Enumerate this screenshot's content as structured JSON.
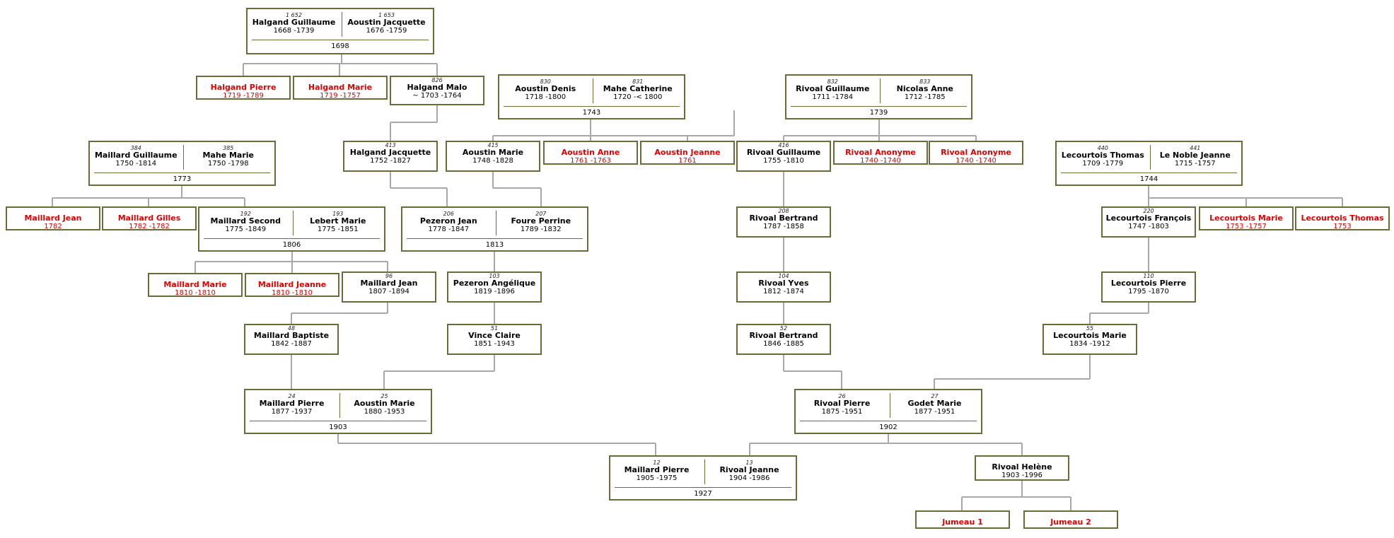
{
  "people": {
    "halgand_guillaume": {
      "num": "1 652",
      "name": "Halgand Guillaume",
      "dates": "1668 -1739"
    },
    "aoustin_jacquette": {
      "num": "1 653",
      "name": "Aoustin Jacquette",
      "dates": "1676 -1759"
    },
    "halgand_pierre": {
      "num": "",
      "name": "Halgand Pierre",
      "dates": "1719 -1789"
    },
    "halgand_marie": {
      "num": "",
      "name": "Halgand Marie",
      "dates": "1719 -1757"
    },
    "halgand_malo": {
      "num": "826",
      "name": "Halgand Malo",
      "dates": "~ 1703 -1764"
    },
    "aoustin_denis": {
      "num": "830",
      "name": "Aoustin Denis",
      "dates": "1718 -1800"
    },
    "mahe_catherine": {
      "num": "831",
      "name": "Mahe Catherine",
      "dates": "1720 -< 1800"
    },
    "rivoal_guillaume_1711": {
      "num": "832",
      "name": "Rivoal Guillaume",
      "dates": "1711 -1784"
    },
    "nicolas_anne": {
      "num": "833",
      "name": "Nicolas Anne",
      "dates": "1712 -1785"
    },
    "maillard_guillaume": {
      "num": "384",
      "name": "Maillard Guillaume",
      "dates": "1750 -1814"
    },
    "mahe_marie": {
      "num": "385",
      "name": "Mahe Marie",
      "dates": "1750 -1798"
    },
    "halgand_jacquette": {
      "num": "413",
      "name": "Halgand Jacquette",
      "dates": "1752 -1827"
    },
    "aoustin_marie_1748": {
      "num": "415",
      "name": "Aoustin Marie",
      "dates": "1748 -1828"
    },
    "aoustin_anne": {
      "num": "",
      "name": "Aoustin Anne",
      "dates": "1761 -1763"
    },
    "aoustin_jeanne": {
      "num": "",
      "name": "Aoustin Jeanne",
      "dates": "1761"
    },
    "rivoal_guillaume_1755": {
      "num": "416",
      "name": "Rivoal Guillaume",
      "dates": "1755 -1810"
    },
    "rivoal_anonyme_1": {
      "num": "",
      "name": "Rivoal Anonyme",
      "dates": "1740 -1740"
    },
    "rivoal_anonyme_2": {
      "num": "",
      "name": "Rivoal Anonyme",
      "dates": "1740 -1740"
    },
    "lecourtois_thomas_1709": {
      "num": "440",
      "name": "Lecourtois Thomas",
      "dates": "1709 -1779"
    },
    "le_noble_jeanne": {
      "num": "441",
      "name": "Le Noble Jeanne",
      "dates": "1715 -1757"
    },
    "maillard_jean_1782": {
      "num": "",
      "name": "Maillard Jean",
      "dates": "1782"
    },
    "maillard_gilles": {
      "num": "",
      "name": "Maillard Gilles",
      "dates": "1782 -1782"
    },
    "maillard_second": {
      "num": "192",
      "name": "Maillard Second",
      "dates": "1775 -1849"
    },
    "lebert_marie": {
      "num": "193",
      "name": "Lebert Marie",
      "dates": "1775 -1851"
    },
    "pezeron_jean": {
      "num": "206",
      "name": "Pezeron Jean",
      "dates": "1778 -1847"
    },
    "foure_perrine": {
      "num": "207",
      "name": "Foure Perrine",
      "dates": "1789 -1832"
    },
    "rivoal_bertrand_1787": {
      "num": "208",
      "name": "Rivoal Bertrand",
      "dates": "1787 -1858"
    },
    "lecourtois_francois": {
      "num": "220",
      "name": "Lecourtois François",
      "dates": "1747 -1803"
    },
    "lecourtois_marie_1753": {
      "num": "",
      "name": "Lecourtois Marie",
      "dates": "1753 -1757"
    },
    "lecourtois_thomas_1753": {
      "num": "",
      "name": "Lecourtois Thomas",
      "dates": "1753"
    },
    "maillard_marie": {
      "num": "",
      "name": "Maillard Marie",
      "dates": "1810 -1810"
    },
    "maillard_jeanne": {
      "num": "",
      "name": "Maillard Jeanne",
      "dates": "1810 -1810"
    },
    "maillard_jean_1807": {
      "num": "96",
      "name": "Maillard Jean",
      "dates": "1807 -1894"
    },
    "pezeron_angelique": {
      "num": "103",
      "name": "Pezeron Angélique",
      "dates": "1819 -1896"
    },
    "rivoal_yves": {
      "num": "104",
      "name": "Rivoal Yves",
      "dates": "1812 -1874"
    },
    "lecourtois_pierre": {
      "num": "110",
      "name": "Lecourtois Pierre",
      "dates": "1795 -1870"
    },
    "maillard_baptiste": {
      "num": "48",
      "name": "Maillard Baptiste",
      "dates": "1842 -1887"
    },
    "vince_claire": {
      "num": "51",
      "name": "Vince Claire",
      "dates": "1851 -1943"
    },
    "rivoal_bertrand_1846": {
      "num": "52",
      "name": "Rivoal Bertrand",
      "dates": "1846 -1885"
    },
    "lecourtois_marie_1834": {
      "num": "55",
      "name": "Lecourtois Marie",
      "dates": "1834 -1912"
    },
    "maillard_pierre_1877": {
      "num": "24",
      "name": "Maillard Pierre",
      "dates": "1877 -1937"
    },
    "aoustin_marie_1880": {
      "num": "25",
      "name": "Aoustin Marie",
      "dates": "1880 -1953"
    },
    "rivoal_pierre": {
      "num": "26",
      "name": "Rivoal Pierre",
      "dates": "1875 -1951"
    },
    "godet_marie": {
      "num": "27",
      "name": "Godet Marie",
      "dates": "1877 -1951"
    },
    "maillard_pierre_1905": {
      "num": "12",
      "name": "Maillard Pierre",
      "dates": "1905 -1975"
    },
    "rivoal_jeanne": {
      "num": "13",
      "name": "Rivoal Jeanne",
      "dates": "1904 -1986"
    },
    "rivoal_helene": {
      "num": "",
      "name": "Rivoal Helène",
      "dates": "1903 -1996"
    },
    "jumeau_1": {
      "num": "",
      "name": "Jumeau 1",
      "dates": ""
    },
    "jumeau_2": {
      "num": "",
      "name": "Jumeau 2",
      "dates": ""
    }
  },
  "marriages": {
    "m_halgand": "1698",
    "m_aoustin": "1743",
    "m_rivoal_1739": "1739",
    "m_maillard_1773": "1773",
    "m_lecourtois_1744": "1744",
    "m_maillard_1806": "1806",
    "m_pezeron_1813": "1813",
    "m_maillard_1903": "1903",
    "m_rivoal_1902": "1902",
    "m_maillard_1927": "1927"
  },
  "colors": {
    "box_border": "#6b6b3a",
    "line": "#a8a8a8",
    "other_child_text": "#e00000"
  }
}
